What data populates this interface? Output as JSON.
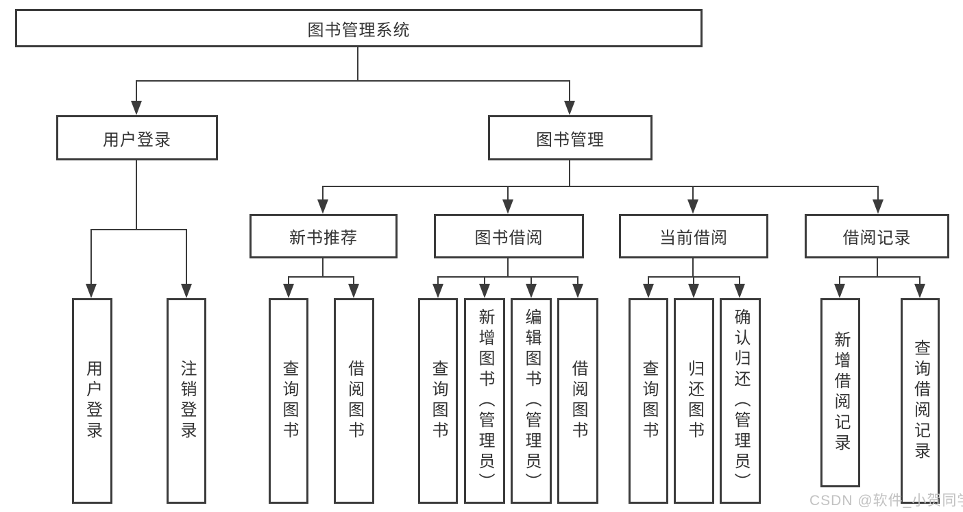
{
  "diagram": {
    "type": "hierarchy-tree",
    "colors": {
      "line": "#3b3b3b",
      "text": "#333333",
      "background": "#ffffff",
      "watermark": "#c2c2c2"
    }
  },
  "tree": {
    "label": "图书管理系统",
    "children": [
      {
        "label": "用户登录",
        "children": [
          {
            "label": "用户登录"
          },
          {
            "label": "注销登录"
          }
        ]
      },
      {
        "label": "图书管理",
        "children": [
          {
            "label": "新书推荐",
            "children": [
              {
                "label": "查询图书"
              },
              {
                "label": "借阅图书"
              }
            ]
          },
          {
            "label": "图书借阅",
            "children": [
              {
                "label": "查询图书"
              },
              {
                "label": "新增图书（管理员）"
              },
              {
                "label": "编辑图书（管理员）"
              },
              {
                "label": "借阅图书"
              }
            ]
          },
          {
            "label": "当前借阅",
            "children": [
              {
                "label": "查询图书"
              },
              {
                "label": "归还图书"
              },
              {
                "label": "确认归还（管理员）"
              }
            ]
          },
          {
            "label": "借阅记录",
            "children": [
              {
                "label": "新增借阅记录"
              },
              {
                "label": "查询借阅记录"
              }
            ]
          }
        ]
      }
    ]
  },
  "watermark": {
    "text": "CSDN @软件_小贺同学"
  }
}
